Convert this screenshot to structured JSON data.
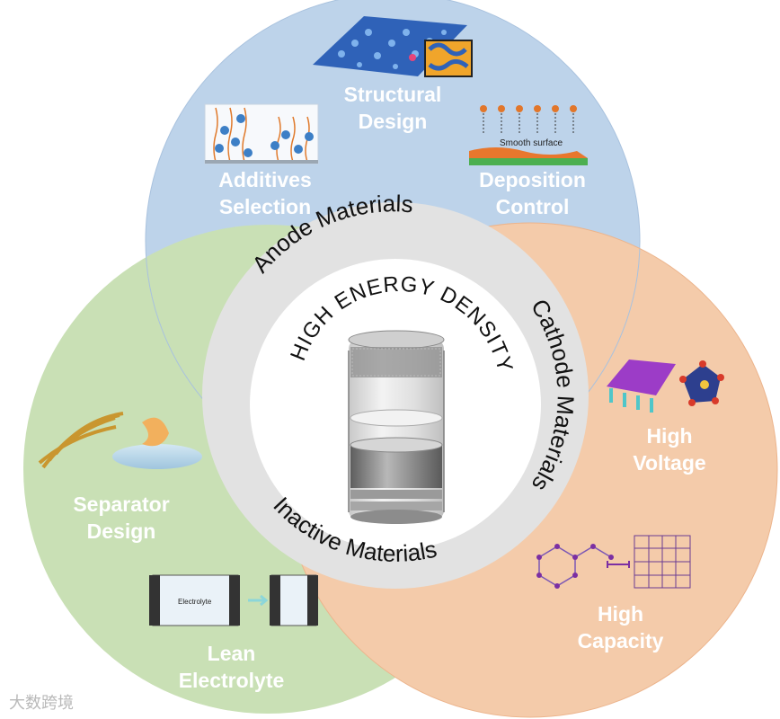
{
  "diagram": {
    "center_title": "HIGH ENERGY DENSITY",
    "ring_labels": {
      "anode": "Anode Materials",
      "cathode": "Cathode Materials",
      "inactive": "Inactive Materials"
    },
    "colors": {
      "anode_circle": "#bdd3ea",
      "cathode_circle": "#f4cbaa",
      "inactive_circle": "#c9e0b5",
      "ring": "#e2e2e2",
      "label_text": "#ffffff"
    },
    "anode": {
      "structural_design": [
        "Structural",
        "Design"
      ],
      "additives_selection": [
        "Additives",
        "Selection"
      ],
      "deposition_control": [
        "Deposition",
        "Control"
      ],
      "smooth_surface_caption": "Smooth surface"
    },
    "cathode": {
      "high_voltage": [
        "High",
        "Voltage"
      ],
      "high_capacity": [
        "High",
        "Capacity"
      ]
    },
    "inactive": {
      "separator_design": [
        "Separator",
        "Design"
      ],
      "lean_electrolyte": [
        "Lean",
        "Electrolyte"
      ],
      "electrolyte_caption": "Electrolyte"
    }
  },
  "watermark": "大数跨境"
}
